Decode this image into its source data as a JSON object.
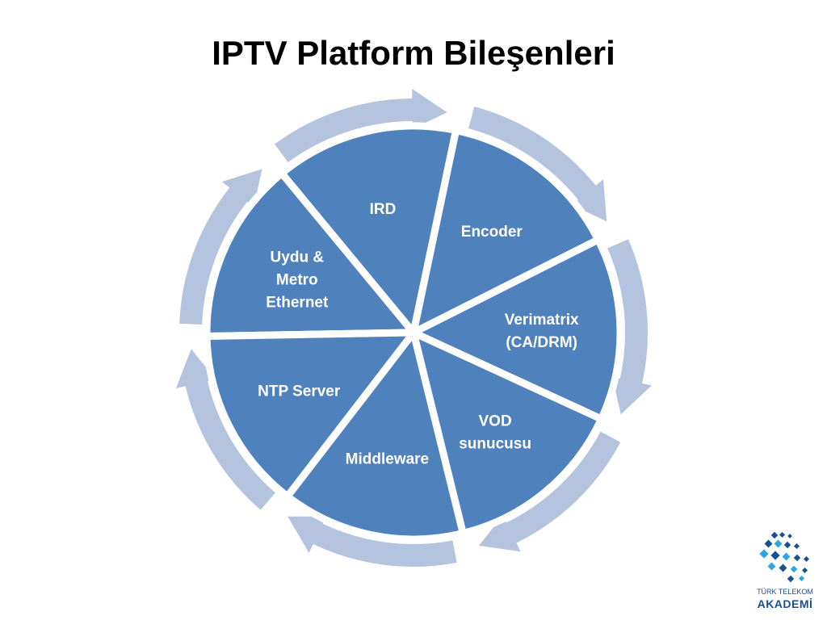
{
  "title": "IPTV Platform Bileşenleri",
  "segments": [
    {
      "lines": [
        "Uydu &",
        "Metro",
        "Ethernet"
      ]
    },
    {
      "lines": [
        "IRD"
      ]
    },
    {
      "lines": [
        "Encoder"
      ]
    },
    {
      "lines": [
        "Verimatrix",
        "(CA/DRM)"
      ]
    },
    {
      "lines": [
        "VOD",
        "sunucusu"
      ]
    },
    {
      "lines": [
        "Middleware"
      ]
    },
    {
      "lines": [
        "NTP Server"
      ]
    }
  ],
  "colors": {
    "segment_fill": "#4f81bd",
    "ring_arrow": "#b4c3de",
    "separator": "#ffffff",
    "logo_blue": "#1a4f93",
    "logo_cyan": "#29a9e0"
  },
  "logo": {
    "line1": "TÜRK TELEKOM",
    "line2": "AKADEMİ"
  }
}
